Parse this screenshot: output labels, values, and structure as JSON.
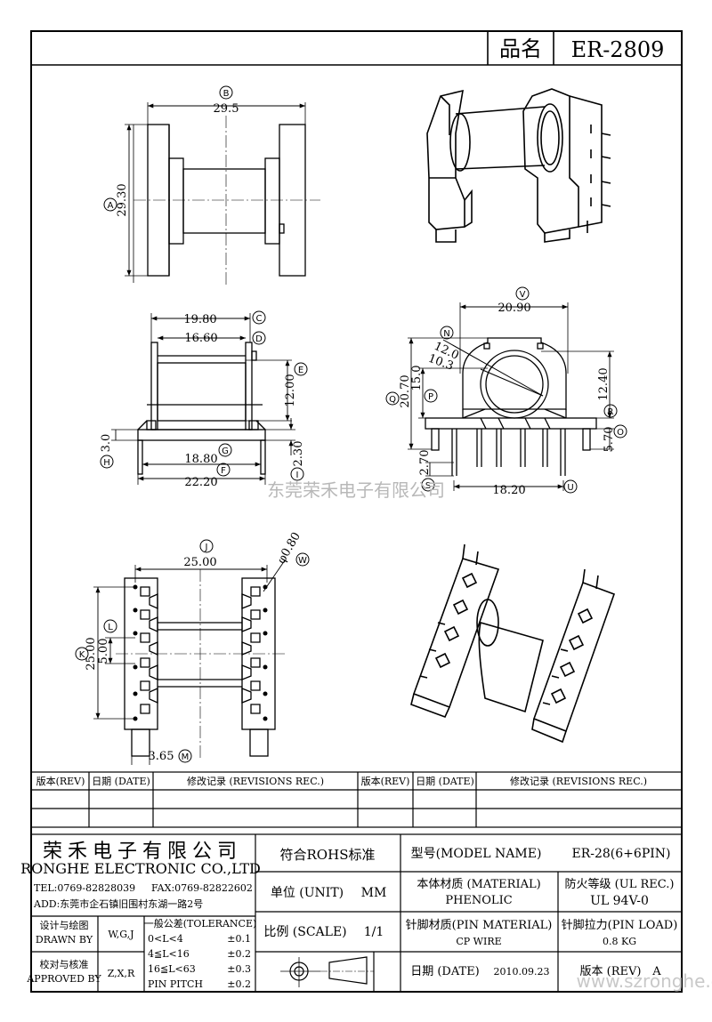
{
  "header": {
    "name_label": "品名",
    "part_no": "ER-2809"
  },
  "dims": {
    "top_left": {
      "B": "29.5",
      "A": "29.30",
      "B_letter": "B",
      "A_letter": "A"
    },
    "mid_left": {
      "C": "19.80",
      "D": "16.60",
      "E": "12.00",
      "G": "18.80",
      "F": "22.20",
      "H": "3.0",
      "I": "2.30",
      "C_letter": "C",
      "D_letter": "D",
      "E_letter": "E",
      "G_letter": "G",
      "F_letter": "F",
      "H_letter": "H",
      "I_letter": "I"
    },
    "mid_right": {
      "V": "20.90",
      "N": "N",
      "r1": "12.0",
      "r2": "10.3",
      "Q": "20.70",
      "P": "15.0",
      "R": "12.40",
      "O": "5.70",
      "S": "2.70",
      "U": "18.20",
      "V_letter": "V",
      "Q_letter": "Q",
      "P_letter": "P",
      "R_letter": "R",
      "O_letter": "O",
      "S_letter": "S",
      "U_letter": "U"
    },
    "bottom_left": {
      "J": "25.00",
      "W": "φ0.80",
      "K": "25.00",
      "L": "5.00",
      "M": "3.65",
      "J_letter": "J",
      "W_letter": "W",
      "K_letter": "K",
      "L_letter": "L",
      "M_letter": "M"
    }
  },
  "watermark": {
    "company": "东莞荣禾电子有限公司",
    "url": "www.szronghe.cn"
  },
  "revisions": {
    "rev": "版本(REV)",
    "date": "日期 (DATE)",
    "rec": "修改记录 (REVISIONS REC.)"
  },
  "titleblock": {
    "company_cn": "荣禾电子有限公司",
    "company_en": "RONGHE ELECTRONIC CO.,LTD",
    "tel": "TEL:0769-82828039",
    "fax": "FAX:0769-82822602",
    "add": "ADD:东莞市企石镇旧围村东湖一路2号",
    "rohs": "符合ROHS标准",
    "model_label": "型号(MODEL NAME)",
    "model_value": "ER-28(6+6PIN)",
    "design_cn": "设计与绘图",
    "design_en": "DRAWN BY",
    "design_value": "W,G,J",
    "tol_title": "一般公差(TOLERANCE)",
    "tol": [
      {
        "range": "0<L<4",
        "value": "±0.1"
      },
      {
        "range": "4≦L<16",
        "value": "±0.2"
      },
      {
        "range": "16≦L<63",
        "value": "±0.3"
      },
      {
        "range": "PIN PITCH",
        "value": "±0.2"
      }
    ],
    "unit_label": "单位 (UNIT)",
    "unit_value": "MM",
    "material_label": "本体材质 (MATERIAL)",
    "material_value": "PHENOLIC",
    "fire_label": "防火等级 (UL REC.)",
    "fire_value": "UL 94V-0",
    "check_cn": "校对与核准",
    "check_en": "APPROVED BY",
    "check_value": "Z,X,R",
    "scale_label": "比例 (SCALE)",
    "scale_value": "1/1",
    "pin_mat_label": "针脚材质(PIN MATERIAL)",
    "pin_mat_value": "CP WIRE",
    "pin_load_label": "针脚拉力(PIN LOAD)",
    "pin_load_value": "0.8 KG",
    "date_label": "日期 (DATE)",
    "date_value": "2010.09.23",
    "rev_label": "版本 (REV)",
    "rev_value": "A"
  }
}
